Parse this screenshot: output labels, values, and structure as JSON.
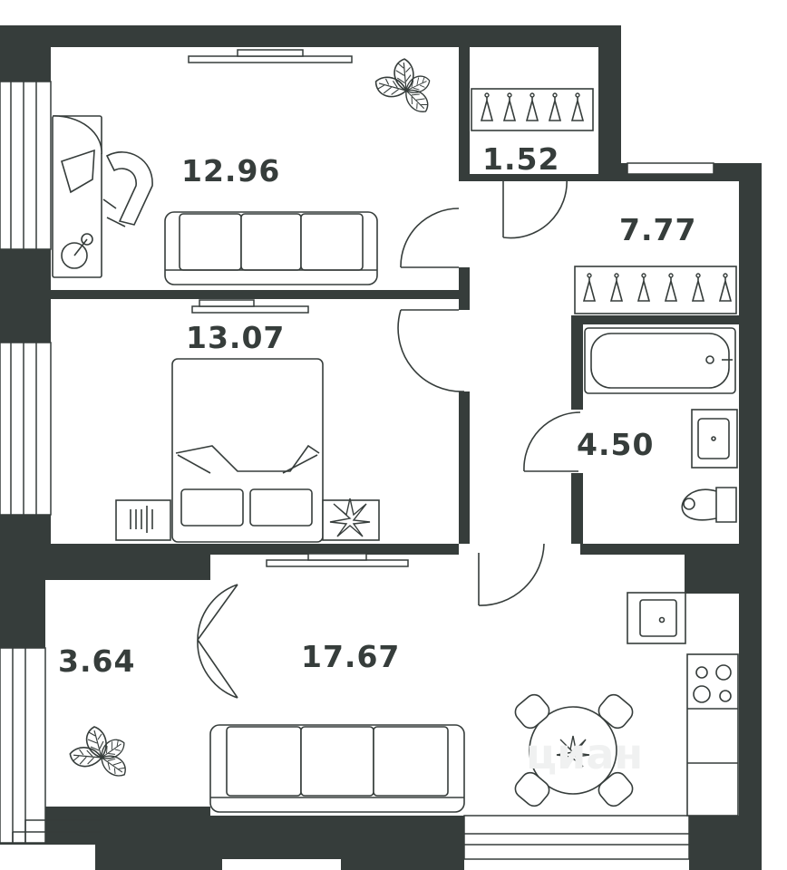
{
  "colors": {
    "wall": "#363d3b",
    "line": "#363d3b",
    "background": "#ffffff",
    "watermark": "#f0f1f1"
  },
  "watermark": "циан",
  "rooms": [
    {
      "id": "bedroom-1",
      "area": "12.96"
    },
    {
      "id": "wardrobe",
      "area": "1.52"
    },
    {
      "id": "hallway",
      "area": "7.77"
    },
    {
      "id": "bedroom-2",
      "area": "13.07"
    },
    {
      "id": "bathroom",
      "area": "4.50"
    },
    {
      "id": "balcony",
      "area": "3.64"
    },
    {
      "id": "living-kitchen",
      "area": "17.67"
    }
  ]
}
